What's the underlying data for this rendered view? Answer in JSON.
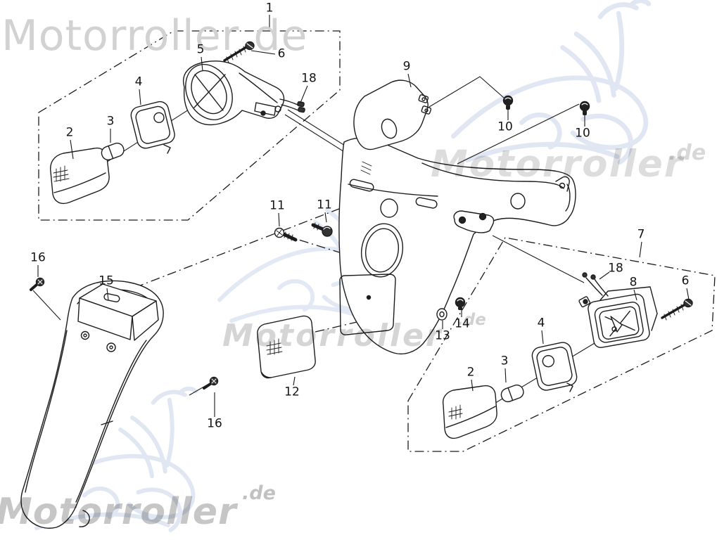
{
  "watermarks": {
    "top_left": {
      "text": "Motorroller de"
    },
    "mid_right": {
      "text": "Motorroller",
      "tld": ".de"
    },
    "center": {
      "text": "Motorroller",
      "tld": ".de"
    },
    "bottom_left": {
      "text": "Motorroller",
      "tld": ".de"
    },
    "brand_gray": "#d2d2d2",
    "scooter_blue": "#c7d5ea"
  },
  "diagram": {
    "type": "exploded-parts-diagram",
    "subject": "rear fender, turn signals and mud flap",
    "callouts": [
      {
        "label": "1"
      },
      {
        "label": "5"
      },
      {
        "label": "6"
      },
      {
        "label": "18"
      },
      {
        "label": "4"
      },
      {
        "label": "3"
      },
      {
        "label": "2"
      },
      {
        "label": "9"
      },
      {
        "label": "10"
      },
      {
        "label": "10"
      },
      {
        "label": "11"
      },
      {
        "label": "11"
      },
      {
        "label": "7"
      },
      {
        "label": "18"
      },
      {
        "label": "8"
      },
      {
        "label": "6"
      },
      {
        "label": "4"
      },
      {
        "label": "3"
      },
      {
        "label": "2"
      },
      {
        "label": "12"
      },
      {
        "label": "13"
      },
      {
        "label": "14"
      },
      {
        "label": "15"
      },
      {
        "label": "16"
      },
      {
        "label": "16"
      }
    ]
  }
}
